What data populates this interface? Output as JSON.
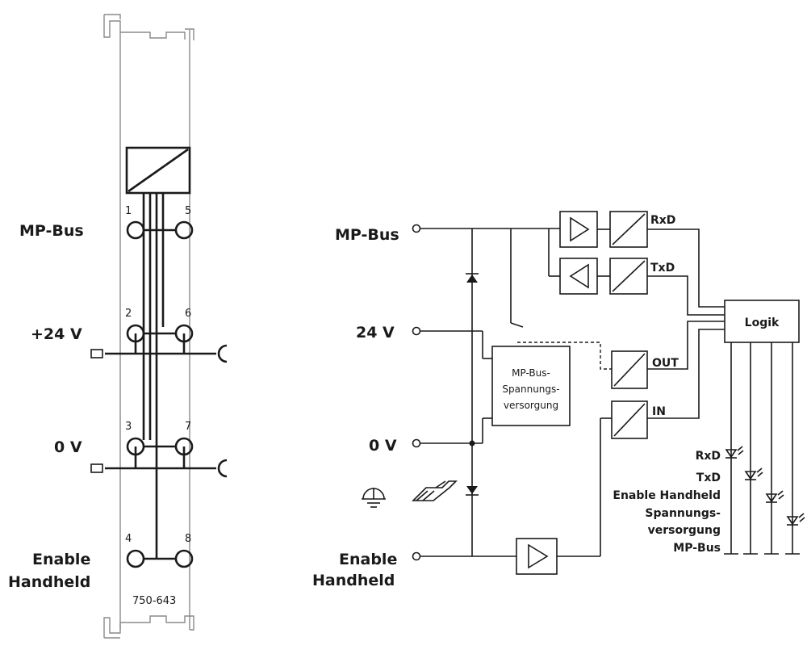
{
  "module": {
    "article_number": "750-643",
    "left_labels": {
      "mp_bus": "MP-Bus",
      "plus_24v": "+24 V",
      "zero_v": "0 V",
      "enable_1": "Enable",
      "enable_2": "Handheld"
    },
    "pins": [
      "1",
      "2",
      "3",
      "4",
      "5",
      "6",
      "7",
      "8"
    ]
  },
  "schematic": {
    "inputs": {
      "mp_bus": "MP-Bus",
      "v24": "24 V",
      "zero_v": "0 V",
      "enable_1": "Enable",
      "enable_2": "Handheld"
    },
    "supply_block": [
      "MP-Bus-",
      "Spannungs-",
      "versorgung"
    ],
    "signals": {
      "rxd": "RxD",
      "txd": "TxD",
      "out": "OUT",
      "in": "IN"
    },
    "logic_label": "Logik",
    "led_labels": [
      "RxD",
      "TxD",
      "Enable Handheld",
      "Spannungs-",
      "versorgung",
      "MP-Bus"
    ]
  },
  "colors": {
    "line": "#1a1a1a",
    "frame": "#8a8a8a"
  },
  "icons": [
    "diode-icon",
    "ground-icon",
    "din-rail-icon",
    "led-icon",
    "amplifier-icon",
    "converter-icon"
  ]
}
